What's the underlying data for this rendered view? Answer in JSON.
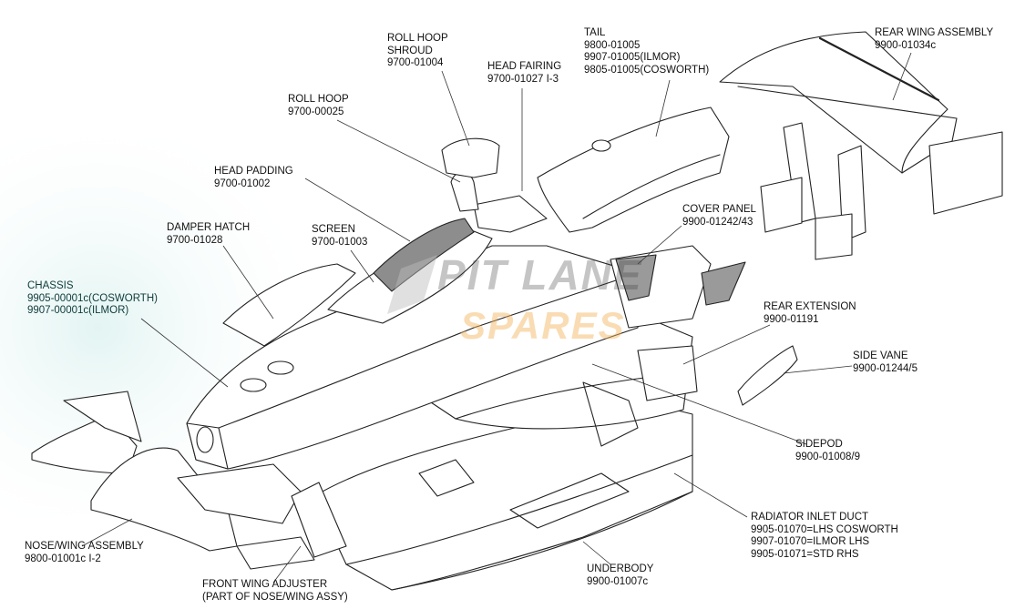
{
  "watermark": {
    "line1": "PIT LANE",
    "line2": "SPARES",
    "accent_color": "#f3b45c",
    "dark_color": "#3c3c3c"
  },
  "labels": {
    "roll_hoop_shroud": {
      "name": "ROLL HOOP",
      "name2": "SHROUD",
      "part": "9700-01004"
    },
    "head_fairing": {
      "name": "HEAD FAIRING",
      "part": "9700-01027 I-3"
    },
    "tail": {
      "name": "TAIL",
      "part1": "9800-01005",
      "part2": "9907-01005(ILMOR)",
      "part3": "9805-01005(COSWORTH)"
    },
    "rear_wing": {
      "name": "REAR WING ASSEMBLY",
      "part": "9900-01034c"
    },
    "roll_hoop": {
      "name": "ROLL HOOP",
      "part": "9700-00025"
    },
    "head_padding": {
      "name": "HEAD PADDING",
      "part": "9700-01002"
    },
    "cover_panel": {
      "name": "COVER PANEL",
      "part": "9900-01242/43"
    },
    "damper_hatch": {
      "name": "DAMPER HATCH",
      "part": "9700-01028"
    },
    "screen": {
      "name": "SCREEN",
      "part": "9700-01003"
    },
    "chassis": {
      "name": "CHASSIS",
      "part1": "9905-00001c(COSWORTH)",
      "part2": "9907-00001c(ILMOR)"
    },
    "rear_extension": {
      "name": "REAR EXTENSION",
      "part": "9900-01191"
    },
    "side_vane": {
      "name": "SIDE VANE",
      "part": "9900-01244/5"
    },
    "sidepod": {
      "name": "SIDEPOD",
      "part": "9900-01008/9"
    },
    "nose_wing": {
      "name": "NOSE/WING ASSEMBLY",
      "part": "9800-01001c I-2"
    },
    "radiator_inlet": {
      "name": "RADIATOR INLET DUCT",
      "part1": "9905-01070=LHS COSWORTH",
      "part2": "9907-01070=ILMOR LHS",
      "part3": "9905-01071=STD RHS"
    },
    "underbody": {
      "name": "UNDERBODY",
      "part": "9900-01007c"
    },
    "front_wing_adjuster": {
      "name": "FRONT WING ADJUSTER",
      "note": "(PART OF NOSE/WING ASSY)"
    }
  }
}
